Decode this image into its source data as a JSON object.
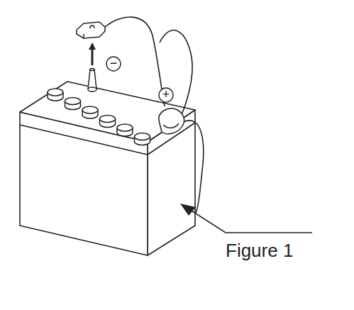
{
  "diagram": {
    "labels": [
      "Figure 1",
      "−",
      "+"
    ]
  }
}
